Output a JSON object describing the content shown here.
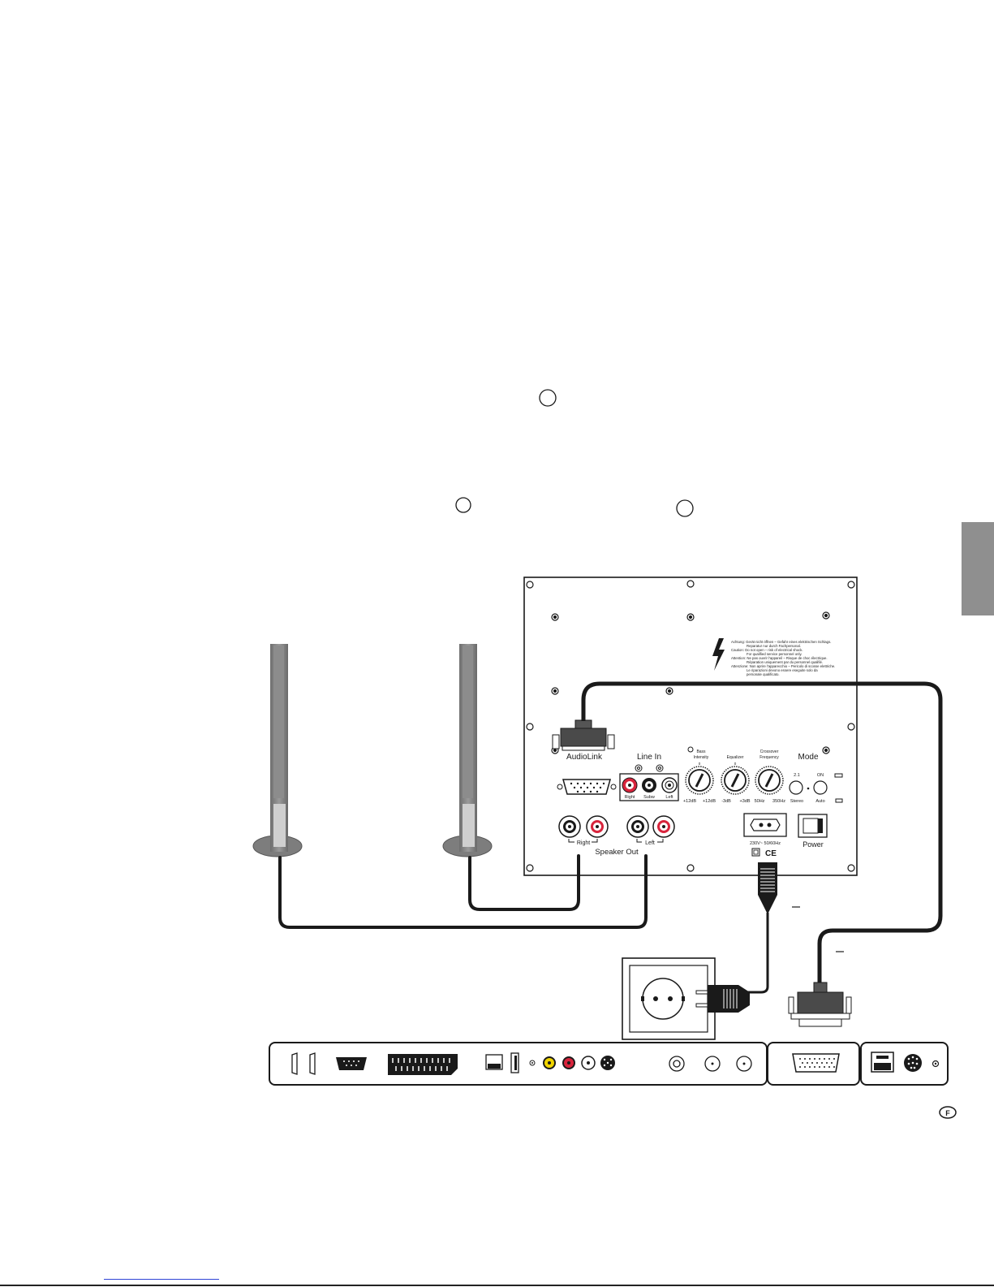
{
  "callouts": [
    "",
    "",
    ""
  ],
  "subwoofer": {
    "warning_lines": [
      "Achtung: Gerät nicht öffnen – Gefahr eines elektrischen Schlags.",
      "Reparatur nur durch Fachpersonal.",
      "Caution: Do not open – risk of electrical shock.",
      "For qualified service personnel only.",
      "Attention: Ne pas ouvrir l'appareil – Risque de choc électrique.",
      "Réparation uniquement par du personnel qualifié.",
      "Attenzione: Non aprire l'apparecchio – Pericolo di scosse elettriche.",
      "Le riparazioni devono essere eseguite solo da",
      "personale qualificato."
    ],
    "audiolink": "AudioLink",
    "line_in": {
      "title": "Line In",
      "jacks": [
        "Right",
        "Subw",
        "Left"
      ]
    },
    "knobs": [
      {
        "title_lines": [
          "Bass",
          "Intensity"
        ],
        "top": "0",
        "min": "+12dB",
        "max": "+12dB"
      },
      {
        "title_lines": [
          "Equalizer"
        ],
        "top": "0",
        "min": "-3dB",
        "max": "+3dB"
      },
      {
        "title_lines": [
          "Crossover",
          "Frequency"
        ],
        "top": "",
        "min": "50Hz",
        "max": "350Hz"
      }
    ],
    "mode": {
      "title": "Mode",
      "left_top": "2.1",
      "left_bottom": "Stereo",
      "right_top": "ON",
      "right_bottom": "Auto"
    },
    "speaker_out": {
      "title": "Speaker Out",
      "right": "Right",
      "left": "Left"
    },
    "power_rating": "230V~ 50/60Hz",
    "ce_mark": "CE",
    "power_label": "Power"
  },
  "page_badge": "F",
  "colors": {
    "line": "#1a1a1a",
    "red_jack": "#d8243c",
    "yellow_jack": "#f1d500",
    "speaker_body": "#7d7d7d",
    "speaker_light": "#cfcfcf",
    "tab": "#8f8f8f",
    "link": "#2f44d6"
  },
  "icons": [
    "lightning-bolt-icon",
    "euro-plug-icon",
    "wall-socket-icon",
    "ce-mark-icon"
  ]
}
